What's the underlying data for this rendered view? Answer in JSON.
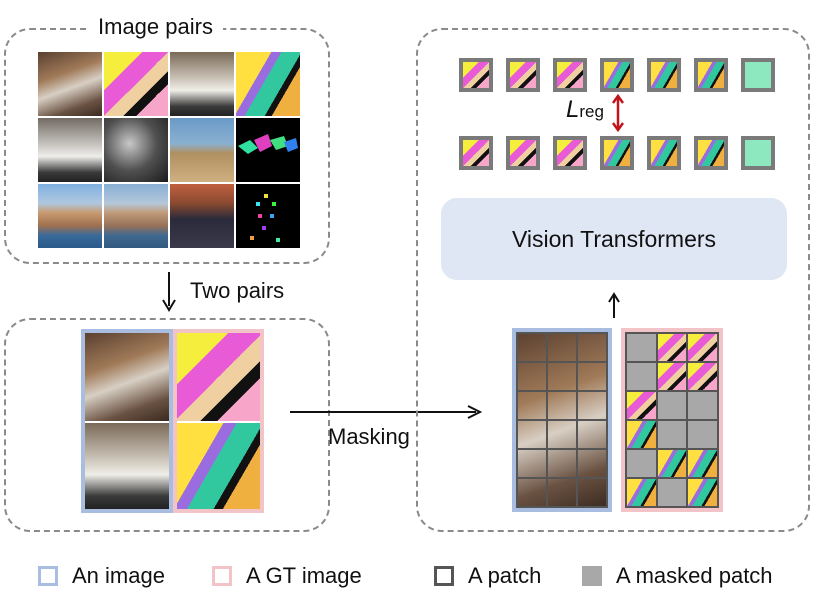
{
  "labels": {
    "image_pairs": "Image pairs",
    "two_pairs": "Two pairs",
    "masking": "Masking",
    "vision_transformers": "Vision Transformers",
    "loss_main": "L",
    "loss_sub": "reg"
  },
  "legend": {
    "an_image": "An image",
    "gt_image": "A GT image",
    "a_patch": "A patch",
    "masked_patch": "A masked patch"
  },
  "colors": {
    "image_border": "#a9bde0",
    "gt_border": "#f2c4c8",
    "patch_border": "#7a7a7a",
    "masked_fill": "#a8a8a8",
    "loss_arrow": "#c0141c",
    "vt_fill": "#dfe6f4"
  }
}
